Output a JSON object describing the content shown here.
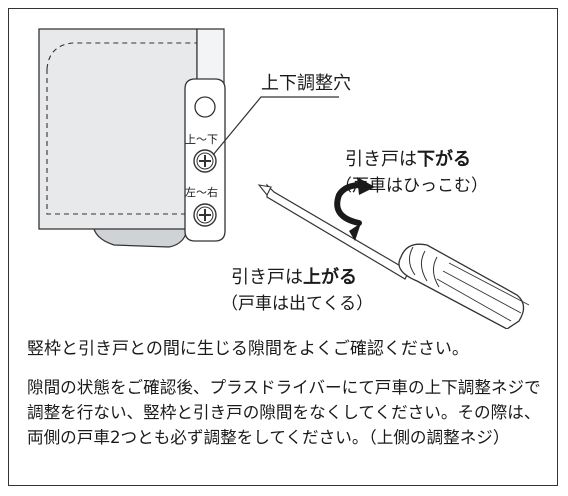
{
  "labels": {
    "adjust_hole": "上下調整穴",
    "roller_top": "上〜下",
    "roller_side": "左〜右",
    "lower_prefix": "引き戸は",
    "lower_bold": "下がる",
    "lower_note": "（戸車はひっこむ）",
    "raise_prefix": "引き戸は",
    "raise_bold": "上がる",
    "raise_note": "（戸車は出てくる）"
  },
  "text": {
    "para1": "竪枠と引き戸との間に生じる隙間をよくご確認ください。",
    "para2": "隙間の状態をご確認後、プラスドライバーにて戸車の上下調整ネジで調整を行ない、竪枠と引き戸の隙間をなくしてください。その際は、両側の戸車2つとも必ず調整をしてください。（上側の調整ネジ）"
  }
}
